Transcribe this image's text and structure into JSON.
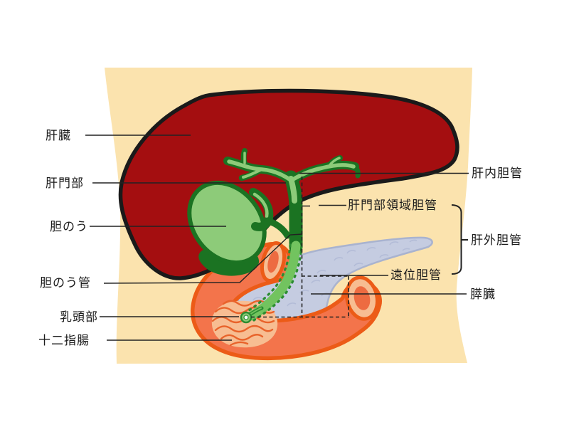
{
  "diagram": {
    "labels": {
      "liver": "肝臓",
      "hepatic_hilum": "肝門部",
      "gallbladder": "胆のう",
      "cystic_duct": "胆のう管",
      "papilla": "乳頭部",
      "duodenum": "十二指腸",
      "intrahepatic_bile_duct": "肝内胆管",
      "perihilar_bile_duct": "肝門部領域胆管",
      "extrahepatic_bile_duct": "肝外胆管",
      "distal_bile_duct": "遠位胆管",
      "pancreas": "膵臓"
    },
    "colors": {
      "page_background": "#ffffff",
      "torso": "#FBE3AE",
      "liver": "#A40E10",
      "outline_black": "#1a1a1a",
      "bile_light_green": "#8DCB79",
      "bile_dark_green": "#1B7322",
      "bile_band_green": "#72C35F",
      "bile_band_dot_green": "#2B8C31",
      "duodenum_fill": "#F3744B",
      "duodenum_outline": "#EC5B17",
      "duodenum_mucosa": "#F7BD92",
      "mucosa_fold_line": "#E8632B",
      "mucosa_core": "#ED6B41",
      "pancreas_fill": "#C5CCE1",
      "pancreas_outline": "#A9B3CF",
      "pancreas_texture": "#B2BBD7",
      "label_line": "#222222",
      "label_text": "#1b1b1b"
    }
  }
}
